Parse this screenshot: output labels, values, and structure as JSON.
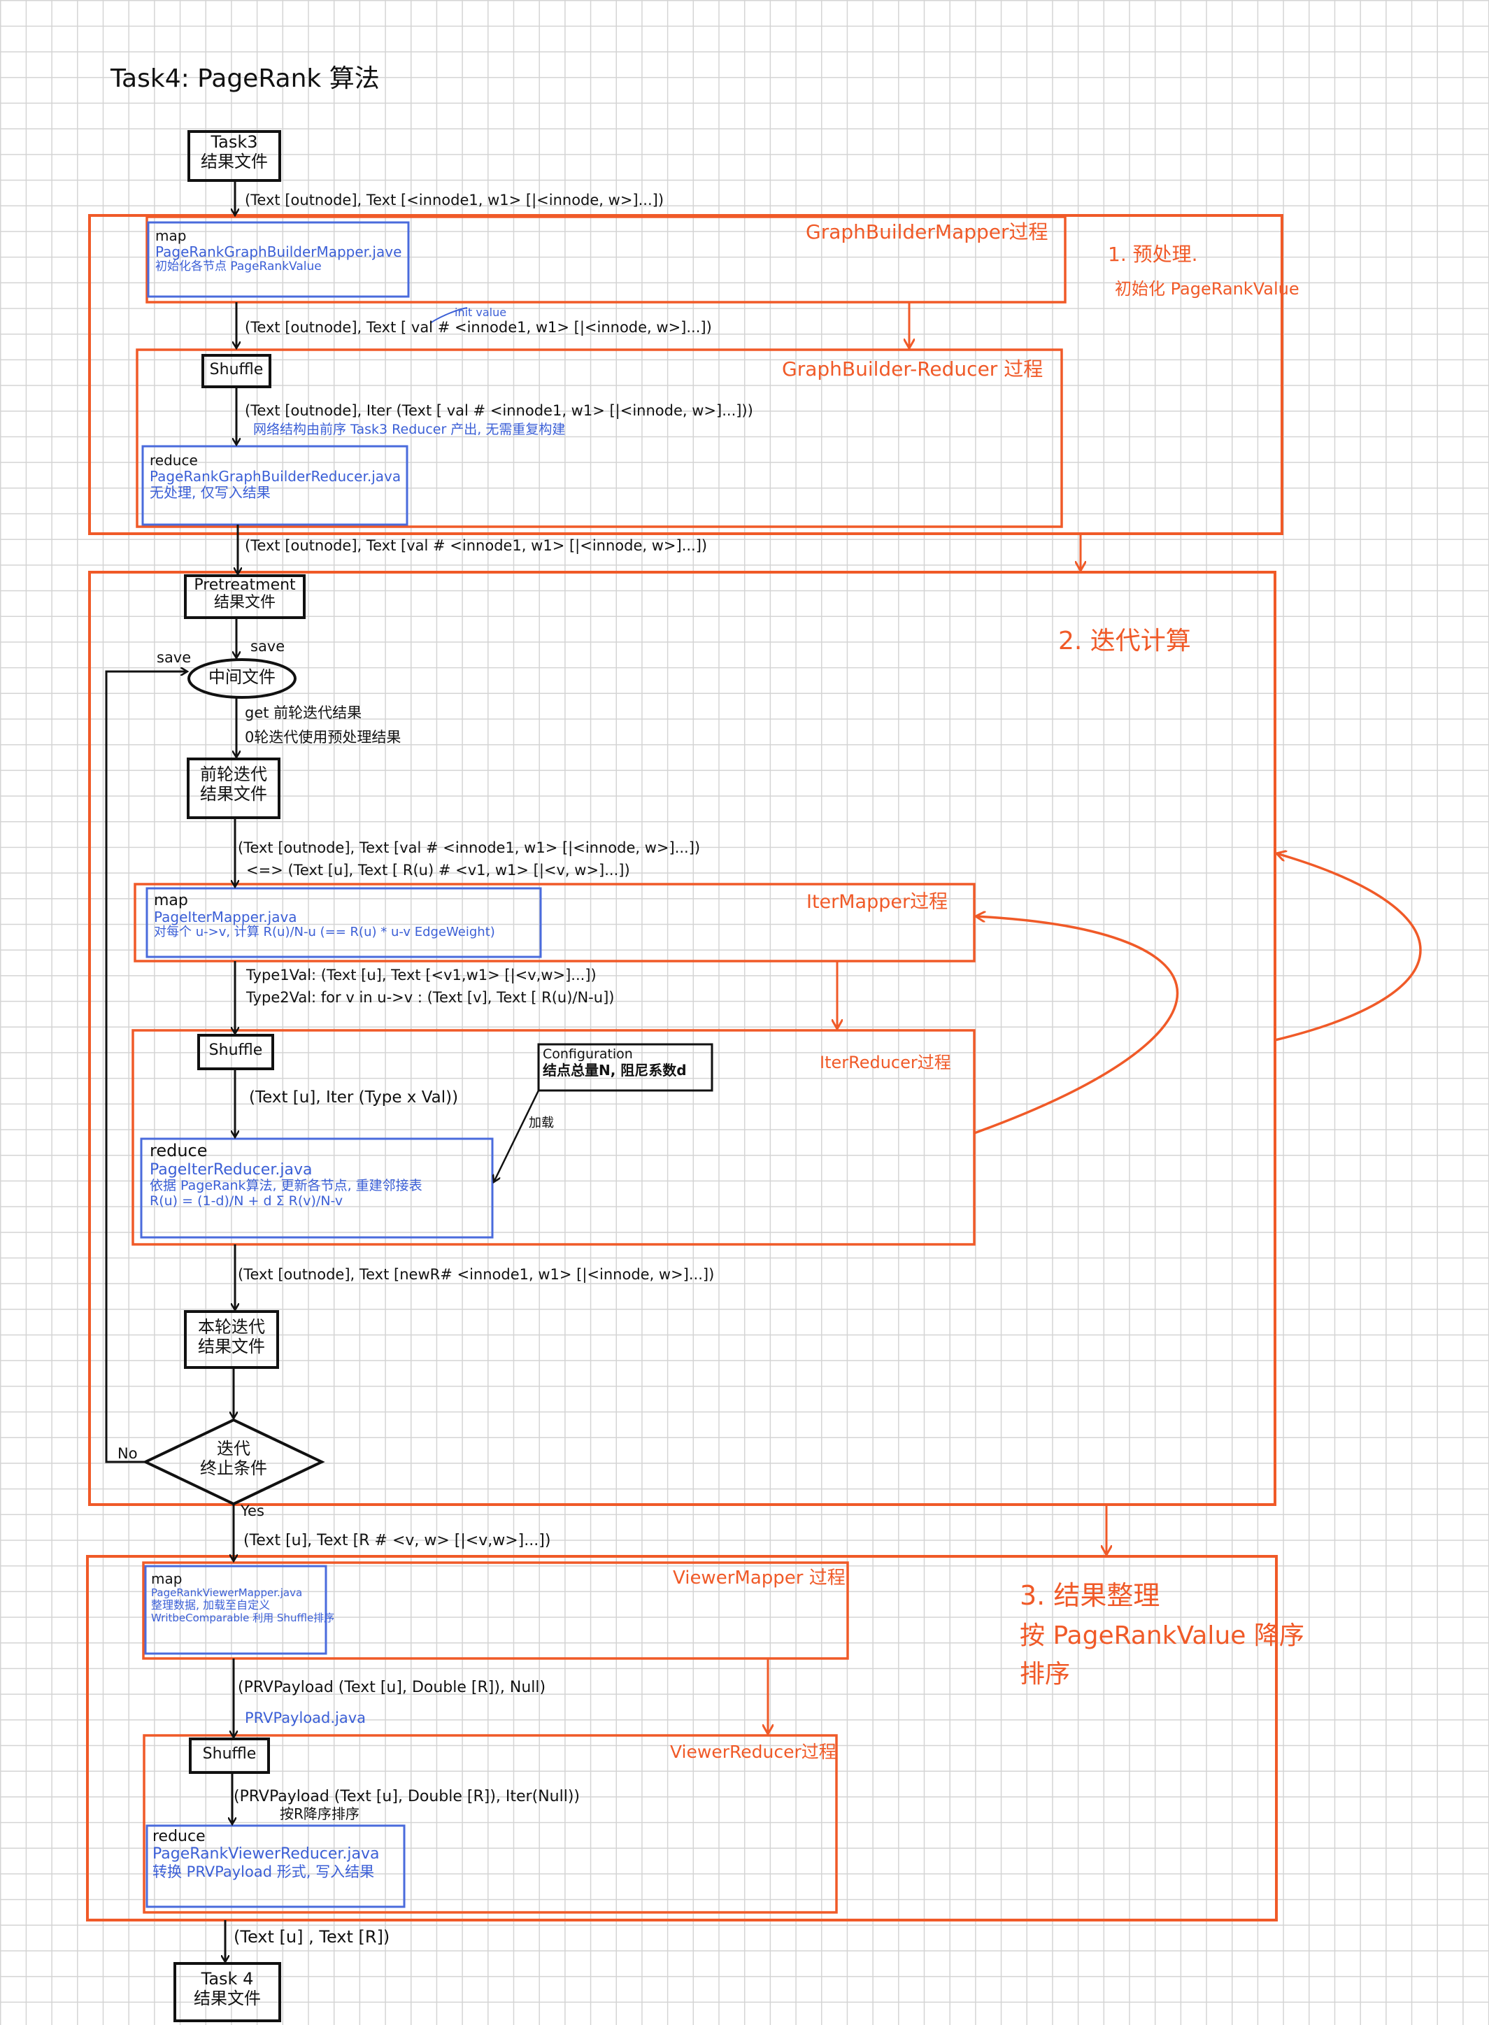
{
  "title": "Task4:  PageRank 算法",
  "boxes": {
    "task3": [
      "Task3",
      "结果文件"
    ],
    "pretreat": [
      "Pretreatment",
      "结果文件"
    ],
    "mid_file": "中间文件",
    "prev_iter": [
      "前轮迭代",
      "结果文件"
    ],
    "cur_iter": [
      "本轮迭代",
      "结果文件"
    ],
    "term": [
      "迭代",
      "终止条件"
    ],
    "task4": [
      "Task 4",
      "结果文件"
    ],
    "config": [
      "Configuration",
      "结点总量N, 阻尼系数d"
    ]
  },
  "io": {
    "e1": "(Text [outnode], Text [<innode1, w1> [|<innode, w>]...])",
    "e2": "(Text [outnode], Text [ val # <innode1, w1> [|<innode, w>]...])",
    "e2_note": "init value",
    "e3": "(Text [outnode], Iter (Text [ val # <innode1, w1> [|<innode, w>]...]))",
    "e3_note": "网络结构由前序 Task3 Reducer 产出, 无需重复构建",
    "e4": "(Text [outnode], Text [val # <innode1, w1> [|<innode, w>]...])",
    "save_right": "save",
    "save_left": "save",
    "get1": "get 前轮迭代结果",
    "get2": "0轮迭代使用预处理结果",
    "e5a": "(Text [outnode], Text [val # <innode1, w1> [|<innode, w>]...])",
    "e5b": "<=> (Text [u], Text [ R(u) # <v1, w1> [|<v, w>]...])",
    "e6a": "Type1Val:  (Text [u], Text [<v1,w1> [|<v,w>]...])",
    "e6b": "Type2Val:  for v in u->v :  (Text [v], Text [ R(u)/N-u])",
    "e7": "(Text [u], Iter (Type x Val))",
    "add_param": "加载",
    "e8": "(Text [outnode], Text [newR# <innode1, w1> [|<innode, w>]...])",
    "no": "No",
    "yes": "Yes",
    "e9": "(Text [u], Text [R # <v, w> [|<v,w>]...])",
    "e10": "(PRVPayload (Text [u], Double [R]), Null)",
    "e10_note": "PRVPayload.java",
    "e11": "(PRVPayload (Text [u], Double [R]), Iter(Null))",
    "e11_note": "按R降序排序",
    "e12": "(Text [u] ,  Text [R])"
  },
  "mr": {
    "gb_map": [
      "map",
      "PageRankGraphBuilderMapper.jave",
      "初始化各节点 PageRankValue"
    ],
    "gb_shuffle": "Shuffle",
    "gb_reduce": [
      "reduce",
      "PageRankGraphBuilderReducer.java",
      "无处理, 仅写入结果"
    ],
    "it_map": [
      "map",
      "PageIterMapper.java",
      "对每个 u->v, 计算 R(u)/N-u (== R(u) * u-v EdgeWeight)"
    ],
    "it_shuffle": "Shuffle",
    "it_reduce": [
      "reduce",
      "PageIterReducer.java",
      "依据 PageRank算法, 更新各节点, 重建邻接表",
      "R(u) = (1-d)/N + d Σ R(v)/N-v"
    ],
    "vw_map": [
      "map",
      "PageRankViewerMapper.java",
      "整理数据, 加载至自定义",
      "WritbeComparable 利用 Shuffle排序"
    ],
    "vw_shuffle": "Shuffle",
    "vw_reduce": [
      "reduce",
      "PageRankViewerReducer.java",
      "转换 PRVPayload 形式, 写入结果"
    ]
  },
  "process_labels": {
    "gbm": "GraphBuilderMapper过程",
    "gbr": "GraphBuilder-Reducer 过程",
    "itm": "IterMapper过程",
    "itr": "IterReducer过程",
    "vwm": "ViewerMapper 过程",
    "vwr": "ViewerReducer过程"
  },
  "stages": {
    "s1": [
      "1. 预处理.",
      "初始化 PageRankValue"
    ],
    "s2": "2. 迭代计算",
    "s3": [
      "3. 结果整理",
      "按 PageRankValue 降序",
      "排序"
    ]
  },
  "colors": {
    "accent": "#f05a28",
    "note": "#3b5fd6",
    "ink": "#111111"
  }
}
